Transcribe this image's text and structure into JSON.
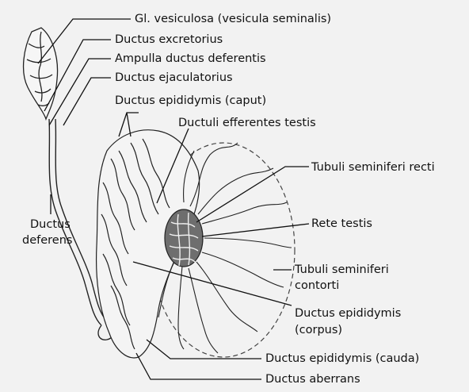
{
  "labels": {
    "gl_vesiculosa": "Gl. vesiculosa (vesicula seminalis)",
    "ductus_excretorius": "Ductus excretorius",
    "ampulla": "Ampulla ductus deferentis",
    "ductus_ejaculatorius": "Ductus ejaculatorius",
    "epididymis_caput": "Ductus epididymis (caput)",
    "ductuli_efferentes": "Ductuli efferentes testis",
    "tubuli_recti": "Tubuli seminiferi recti",
    "rete_testis": "Rete testis",
    "ductus_deferens_1": "Ductus",
    "ductus_deferens_2": "deferens",
    "tubuli_contorti_1": "Tubuli seminiferi",
    "tubuli_contorti_2": "contorti",
    "epididymis_corpus_1": "Ductus epididymis",
    "epididymis_corpus_2": "(corpus)",
    "epididymis_cauda": "Ductus epididymis (cauda)",
    "ductus_aberrans": "Ductus aberrans"
  },
  "colors": {
    "line": "#222222",
    "tissue_fill": "#f4f4f4",
    "rete_fill": "#6e6e6e",
    "background": "#f2f2f2"
  }
}
